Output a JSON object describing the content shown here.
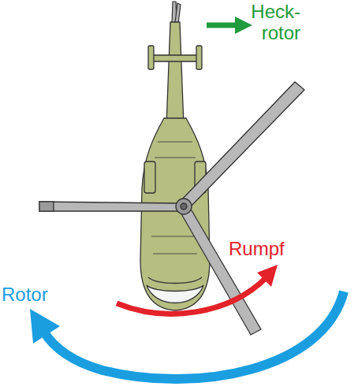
{
  "diagram": {
    "labels": [
      "Heck- rotor",
      "Rumpf",
      "Rotor"
    ]
  }
}
